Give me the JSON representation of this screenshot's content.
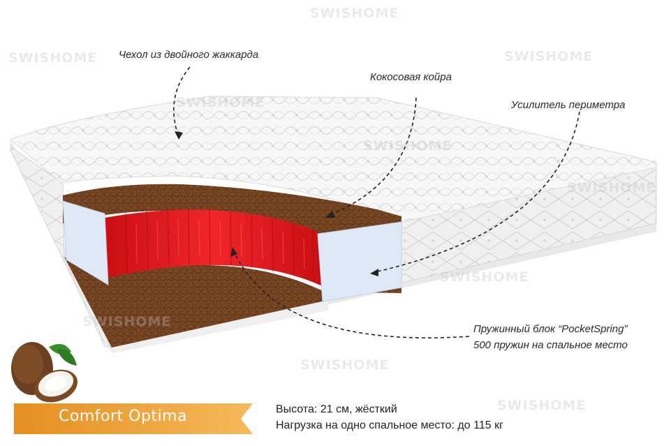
{
  "watermark_text": "SWISHOME",
  "callouts": {
    "cover": "Чехол из двойного жаккарда",
    "coir": "Кокосовая койра",
    "perimeter": "Усилитель периметра",
    "springs_line1": "Пружинный блок “PocketSpring”",
    "springs_line2": "500 пружин на спальное место"
  },
  "product": {
    "model_name": "Comfort Optima",
    "height_spec": "Высота: 21 см, жёсткий",
    "load_spec": "Нагрузка на одно спальное место: до 115 кг"
  },
  "colors": {
    "coir_brown": "#6e3f1e",
    "spring_red": "#e4181c",
    "foam_blue": "#dfe9f6",
    "ribbon_orange": "#f2a43a"
  }
}
